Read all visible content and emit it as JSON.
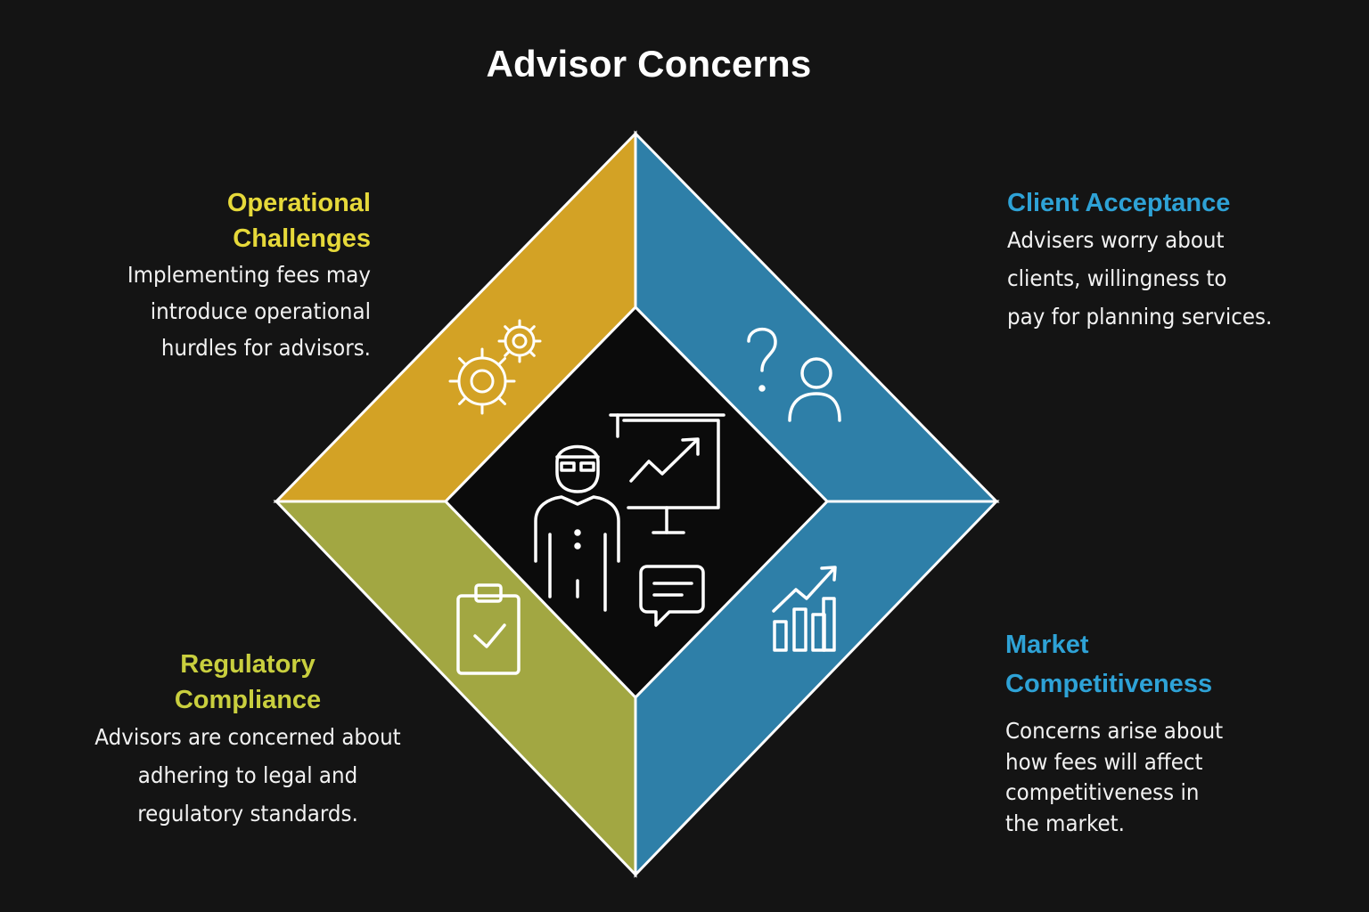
{
  "title": "Advisor Concerns",
  "colors": {
    "background": "#141414",
    "operational": "#d3a225",
    "client": "#2e7fa8",
    "regulatory": "#a2a742",
    "market": "#2e7fa8",
    "operational_text": "#e6d93a",
    "client_text": "#2ea2d6",
    "regulatory_text": "#c9cf3e",
    "market_text": "#2ea2d6",
    "outline": "#ffffff"
  },
  "sections": {
    "operational": {
      "heading_lines": [
        "Operational",
        "Challenges"
      ],
      "body_lines": [
        "Implementing fees may",
        "introduce operational",
        "hurdles for advisors."
      ],
      "icon": "gears-icon"
    },
    "client": {
      "heading_lines": [
        "Client Acceptance"
      ],
      "body_lines": [
        "Advisers worry about",
        "clients, willingness to",
        "pay for planning services."
      ],
      "icon": "question-person-icon"
    },
    "regulatory": {
      "heading_lines": [
        "Regulatory",
        "Compliance"
      ],
      "body_lines": [
        "Advisors are concerned about",
        "adhering to legal and",
        "regulatory standards."
      ],
      "icon": "clipboard-check-icon"
    },
    "market": {
      "heading_lines": [
        "Market",
        "Competitiveness"
      ],
      "body_lines": [
        "Concerns arise about",
        "how fees will affect",
        "competitiveness in",
        "the market."
      ],
      "icon": "growth-bar-chart-icon"
    }
  },
  "center_icons": [
    "advisor-person-icon",
    "presentation-board-icon",
    "chat-bubble-icon"
  ]
}
